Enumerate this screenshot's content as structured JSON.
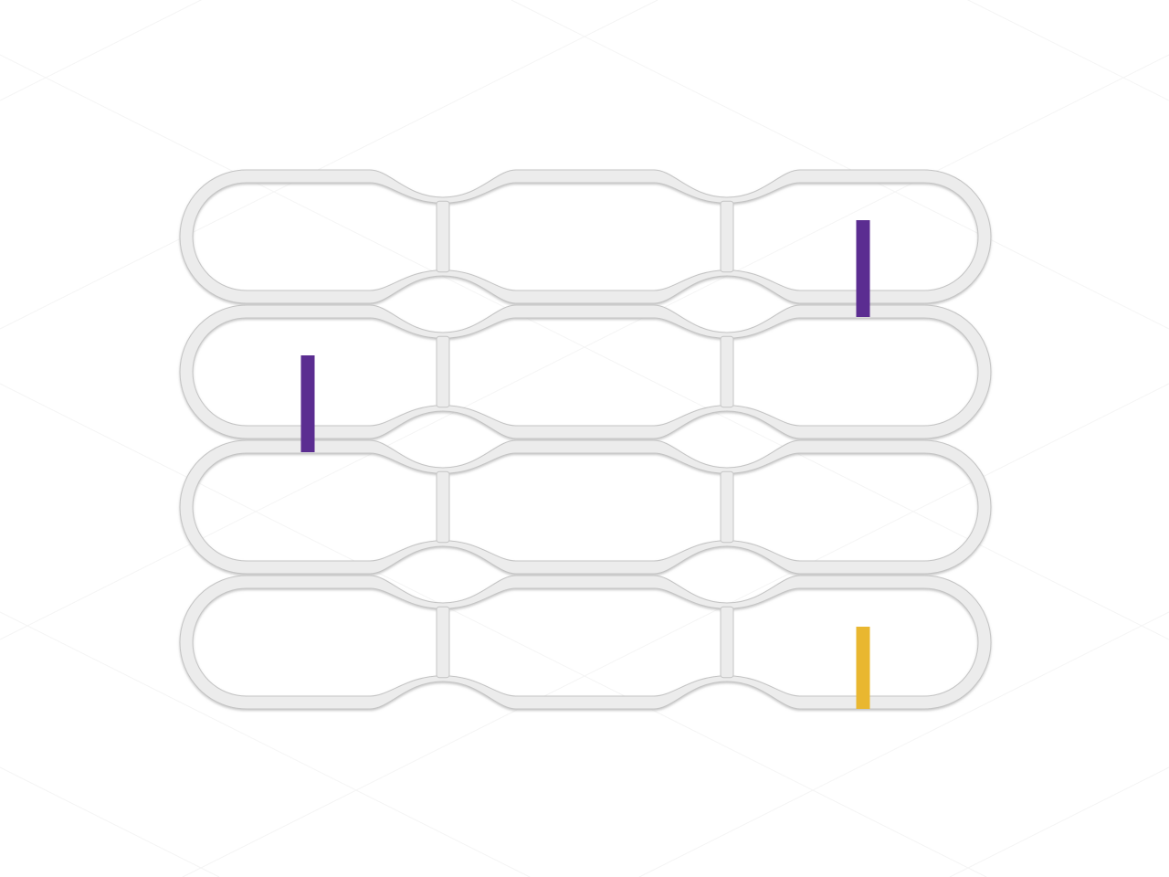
{
  "colors": {
    "background": "#ffffff",
    "track_fill": "#ececec",
    "track_edge": "#c4c4c4",
    "grid_line": "#f4f4f4",
    "piece_purple": "#5b2d91",
    "piece_gold": "#e9b730"
  },
  "board": {
    "rows": 4,
    "columns": 3
  },
  "pieces": [
    {
      "id": "purple-1",
      "color": "#5b2d91",
      "row": 1,
      "column": 3,
      "position": "straddling-bottom-edge"
    },
    {
      "id": "purple-2",
      "color": "#5b2d91",
      "row": 2,
      "column": 1,
      "position": "straddling-bottom-edge"
    },
    {
      "id": "gold-1",
      "color": "#e9b730",
      "row": 4,
      "column": 3,
      "position": "on-bottom-edge"
    }
  ]
}
